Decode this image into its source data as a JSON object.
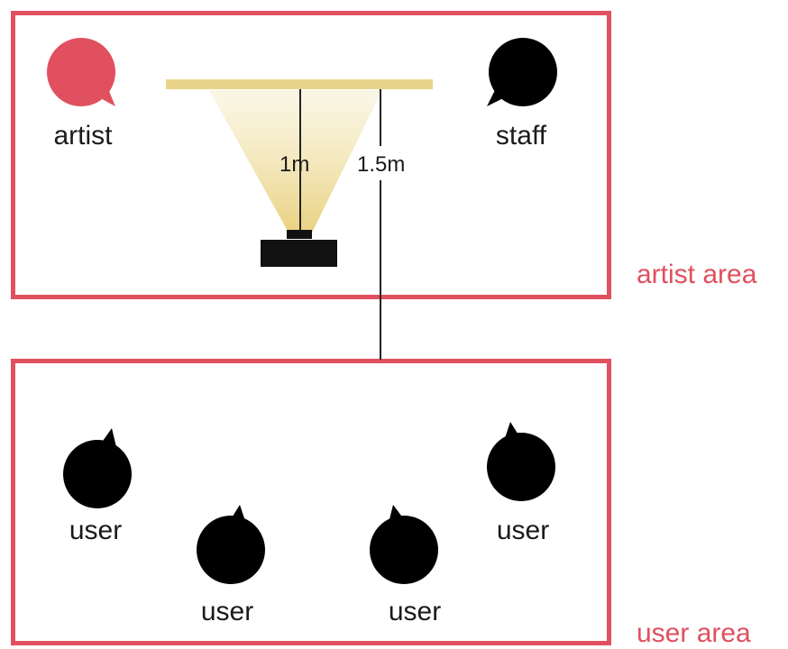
{
  "areas": {
    "artist": "artist area",
    "user": "user area"
  },
  "people": {
    "artist": "artist",
    "staff": "staff",
    "users": [
      "user",
      "user",
      "user",
      "user"
    ]
  },
  "measurements": {
    "inner": "1m",
    "outer": "1.5m"
  },
  "colors": {
    "accent": "#e0505f",
    "bubble_dark": "#000000",
    "light_bar": "#e8d48a",
    "device": "#111111"
  },
  "icons": {
    "artist": "speech-bubble-icon",
    "staff": "speech-bubble-icon",
    "user": "speech-bubble-icon"
  }
}
